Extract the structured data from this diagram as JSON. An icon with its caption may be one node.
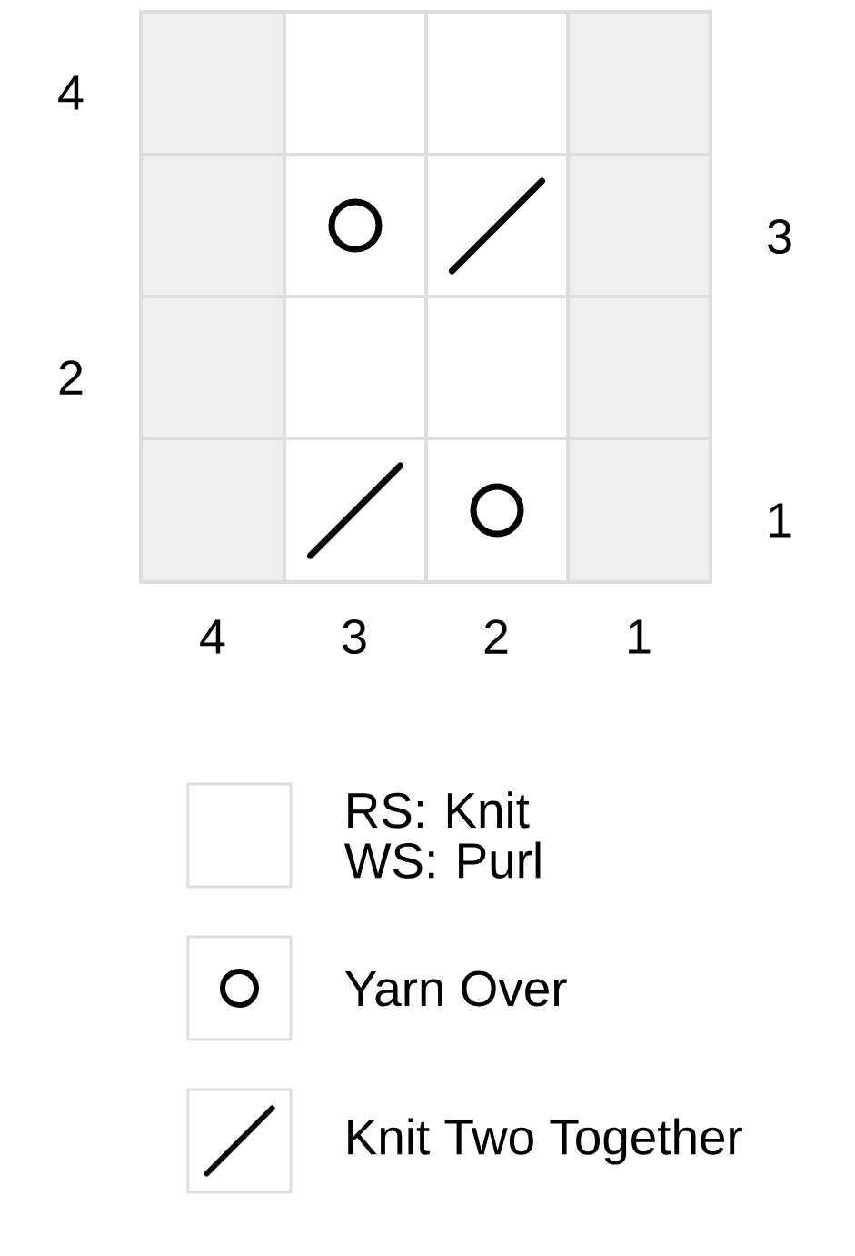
{
  "diagram": {
    "labels": [
      "4",
      "3",
      "2",
      "1",
      "4",
      "3",
      "2",
      "1"
    ],
    "legend": [
      {
        "text": "RS: Knit WS: Purl"
      },
      {
        "text": "Yarn Over"
      },
      {
        "text": "Knit Two Together"
      }
    ]
  }
}
